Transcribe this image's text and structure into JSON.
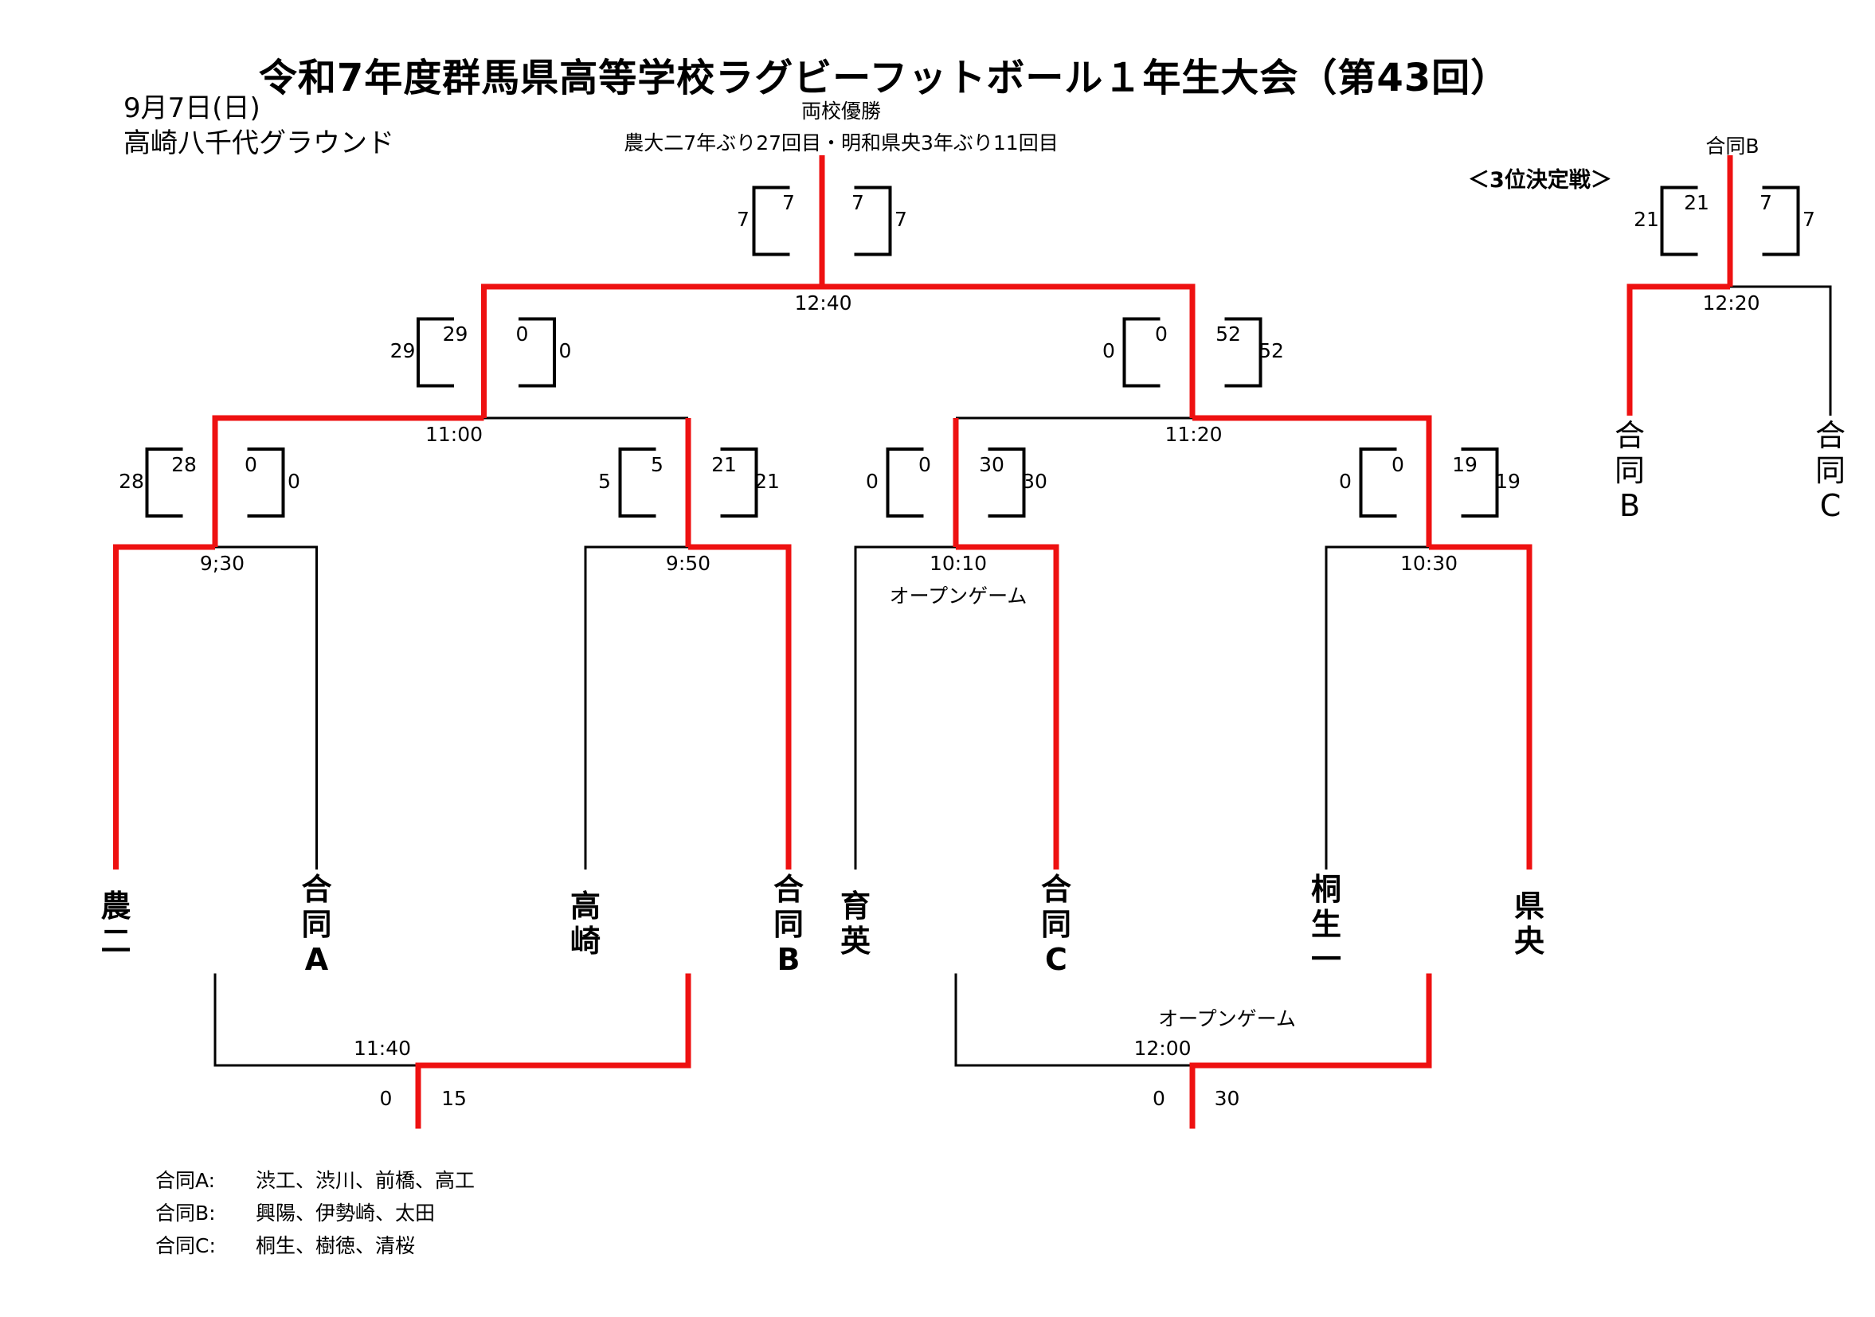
{
  "header": {
    "title": "令和7年度群馬県高等学校ラグビーフットボール１年生大会（第43回）",
    "date": "9月7日(日)",
    "venue": "高崎八千代グラウンド"
  },
  "final": {
    "result_label": "両校優勝",
    "result_detail": "農大二7年ぶり27回目・明和県央3年ぶり11回目",
    "time": "12:40",
    "score_left_first_half": "7",
    "score_left_total": "7",
    "score_right_first_half": "7",
    "score_right_total": "7"
  },
  "semifinals": [
    {
      "time": "11:00",
      "left_half": "29",
      "left_total": "29",
      "right_half": "0",
      "right_total": "0"
    },
    {
      "time": "11:20",
      "left_half": "0",
      "left_total": "0",
      "right_half": "52",
      "right_total": "52"
    }
  ],
  "quarterfinals": [
    {
      "time": "9;30",
      "note": "",
      "left_half": "28",
      "left_total": "28",
      "right_half": "0",
      "right_total": "0"
    },
    {
      "time": "9:50",
      "note": "",
      "left_half": "5",
      "left_total": "5",
      "right_half": "21",
      "right_total": "21"
    },
    {
      "time": "10:10",
      "note": "オープンゲーム",
      "left_half": "0",
      "left_total": "0",
      "right_half": "30",
      "right_total": "30"
    },
    {
      "time": "10:30",
      "note": "",
      "left_half": "0",
      "left_total": "0",
      "right_half": "19",
      "right_total": "19"
    }
  ],
  "teams": [
    {
      "name": [
        "農",
        "二"
      ]
    },
    {
      "name": [
        "合",
        "同",
        "A"
      ]
    },
    {
      "name": [
        "高",
        "崎"
      ]
    },
    {
      "name": [
        "合",
        "同",
        "B"
      ]
    },
    {
      "name": [
        "育",
        "英"
      ]
    },
    {
      "name": [
        "合",
        "同",
        "C"
      ]
    },
    {
      "name": [
        "桐",
        "生",
        "一"
      ]
    },
    {
      "name": [
        "県",
        "央"
      ]
    }
  ],
  "consolation": [
    {
      "time": "11:40",
      "note": "",
      "left_score": "0",
      "right_score": "15"
    },
    {
      "time": "12:00",
      "note": "オープンゲーム",
      "left_score": "0",
      "right_score": "30"
    }
  ],
  "third_place": {
    "heading": "＜3位決定戦＞",
    "winner": "合同B",
    "time": "12:20",
    "left_half": "21",
    "left_total": "21",
    "right_half": "7",
    "right_total": "7",
    "teams": [
      {
        "name": [
          "合",
          "同",
          "B"
        ]
      },
      {
        "name": [
          "合",
          "同",
          "C"
        ]
      }
    ]
  },
  "legend": [
    {
      "label": "合同A:",
      "members": "渋工、渋川、前橋、高工"
    },
    {
      "label": "合同B:",
      "members": "興陽、伊勢崎、太田"
    },
    {
      "label": "合同C:",
      "members": "桐生、樹徳、清桜"
    }
  ],
  "colors": {
    "winner_line": "#ee1111",
    "line": "#000000"
  }
}
